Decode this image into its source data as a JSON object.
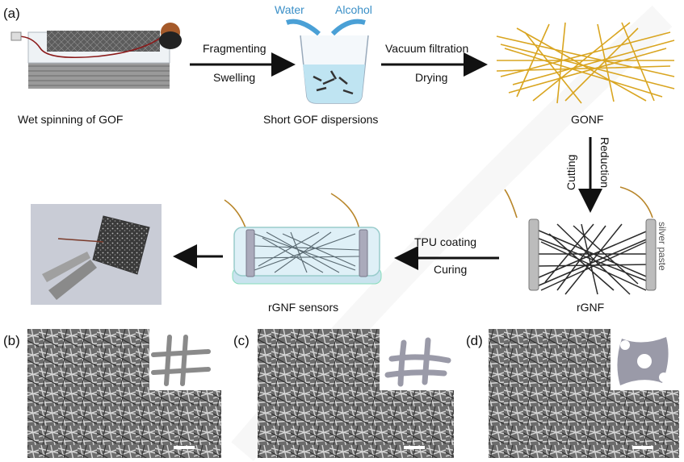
{
  "panel_labels": {
    "a": "(a)",
    "b": "(b)",
    "c": "(c)",
    "d": "(d)"
  },
  "steps": {
    "wet_spinning": "Wet spinning of GOF",
    "fragmenting": "Fragmenting",
    "swelling": "Swelling",
    "water": "Water",
    "alcohol": "Alcohol",
    "short_gof": "Short GOF dispersions",
    "vacuum_filtration": "Vacuum filtration",
    "drying": "Drying",
    "gonf": "GONF",
    "reduction": "Reduction",
    "cutting": "Cutting",
    "silver_paste": "silver paste",
    "rgnf": "rGNF",
    "tpu_coating": "TPU coating",
    "curing": "Curing",
    "rgnf_sensors": "rGNF sensors"
  },
  "colors": {
    "accent_blue": "#3a8fc7",
    "fiber_gold": "#d9a520",
    "fiber_dark": "#2a2a2a",
    "watermark": "#e8e8e8"
  }
}
